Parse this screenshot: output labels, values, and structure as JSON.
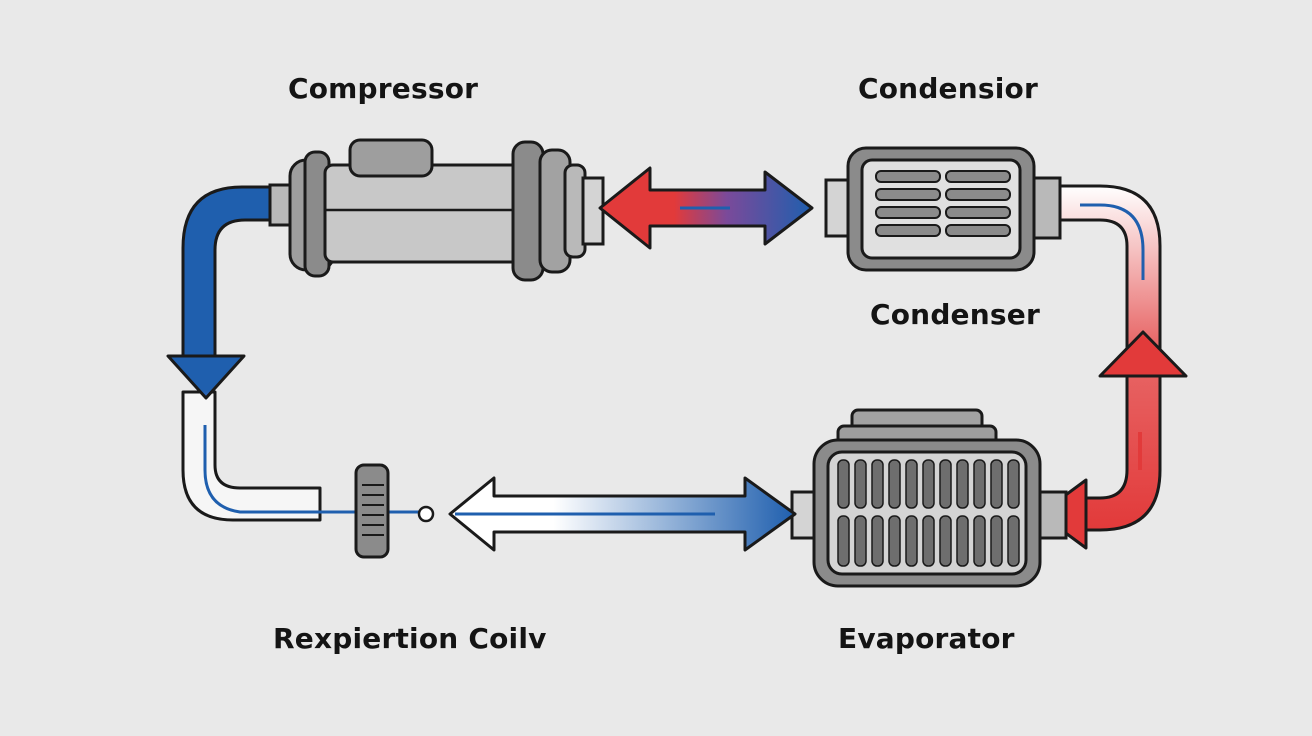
{
  "labels": {
    "compressor": "Compressor",
    "condensior": "Condensior",
    "condenser": "Condenser",
    "evaporator": "Evaporator",
    "expansion": "Rexpiertion Coilv"
  },
  "colors": {
    "background": "#e9e9e9",
    "cold_blue": "#1f5fae",
    "hot_red": "#e23a3a",
    "metal": "#b9b9b9",
    "metal_dark": "#8b8b8b",
    "outline": "#1a1a1a",
    "pipe_fill": "#f6f6f6"
  },
  "icons": [
    "compressor-icon",
    "condenser-icon",
    "evaporator-icon",
    "expansion-valve-icon",
    "flow-arrow-icon"
  ]
}
